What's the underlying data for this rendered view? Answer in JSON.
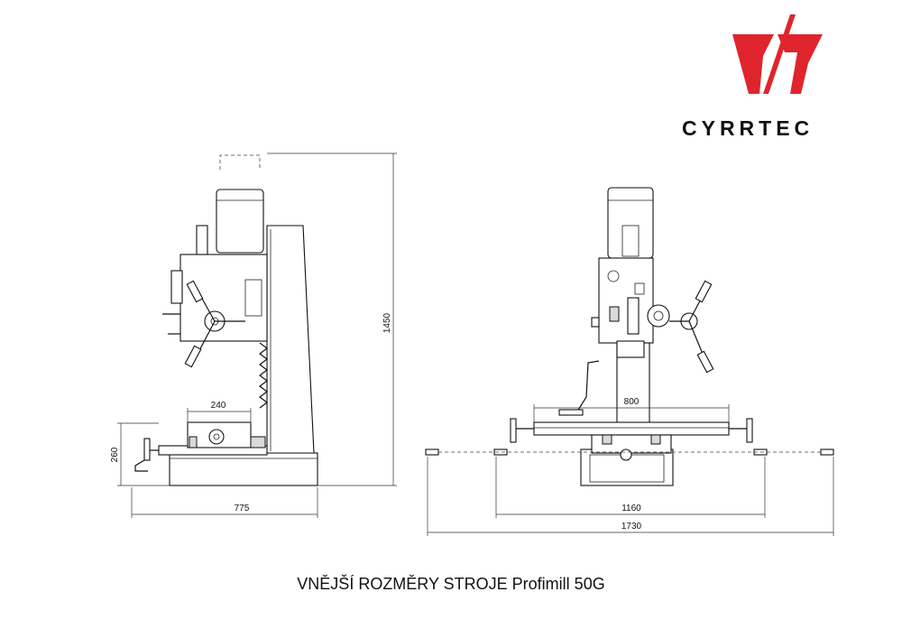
{
  "brand": {
    "name": "CYRRTEC",
    "logo_color": "#e0242d"
  },
  "dimensions": {
    "overall_height": "1450",
    "table_width_side": "240",
    "table_height": "260",
    "base_depth": "775",
    "table_length": "800",
    "travel_width": "1160",
    "overall_width": "1730"
  },
  "caption": "VNĚJŠÍ ROZMĚRY STROJE Profimill 50G"
}
